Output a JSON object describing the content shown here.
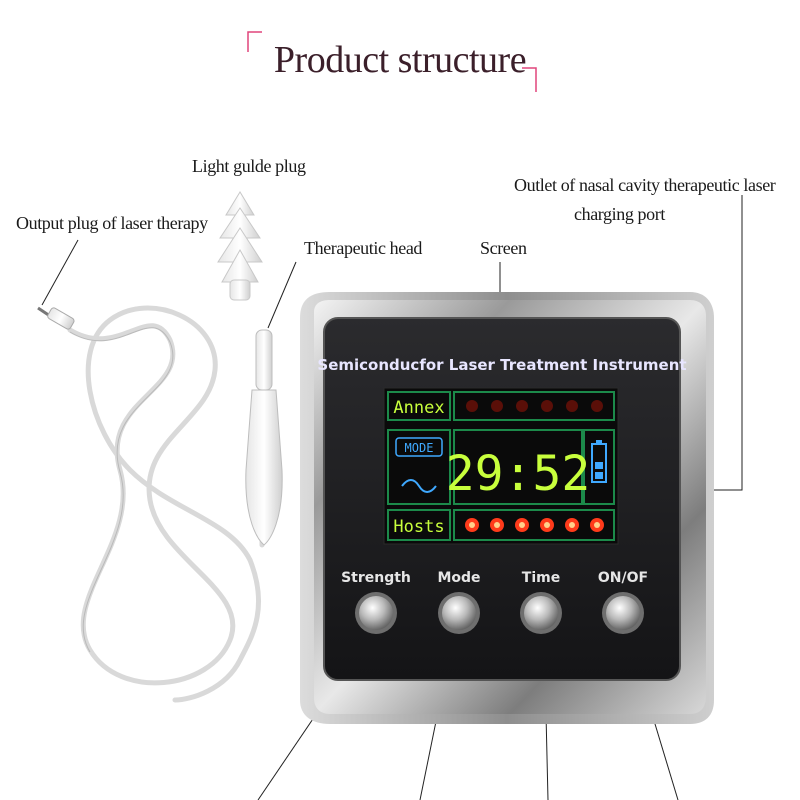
{
  "header": {
    "title": "Product structure",
    "accent_color": "#e0457b"
  },
  "labels": {
    "light_guide_plug": "Light gulde plug",
    "output_plug": "Output plug of laser therapy",
    "therapeutic_head": "Therapeutic head",
    "screen": "Screen",
    "outlet_line1": "Outlet of nasal cavity therapeutic laser",
    "outlet_line2": "charging port"
  },
  "device": {
    "name": "Semiconducfor Laser Treatment Instrument",
    "display": {
      "annex_label": "Annex",
      "mode_badge": "MODE",
      "time": "29:52",
      "hosts_label": "Hosts",
      "time_color": "#c8ff3c",
      "frame_color": "#1c8a4a",
      "mode_color": "#3fa9ff",
      "dot_color": "#ff3a1a"
    },
    "buttons": [
      {
        "label": "Strength"
      },
      {
        "label": "Mode"
      },
      {
        "label": "Time"
      },
      {
        "label": "ON/OF"
      }
    ]
  }
}
